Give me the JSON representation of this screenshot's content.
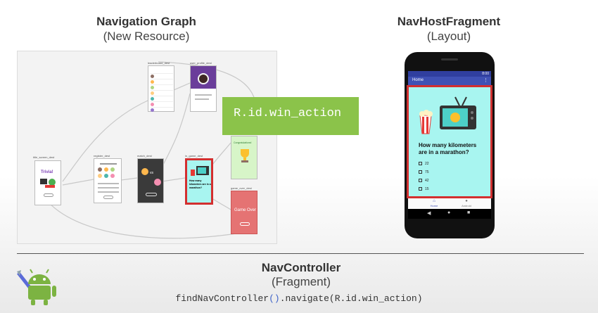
{
  "nav_graph": {
    "title": "Navigation Graph",
    "subtitle": "(New Resource)",
    "labels": {
      "title_screen": "title_screen_dest",
      "register": "register_dest",
      "match": "match_dest",
      "in_game": "in_game_dest",
      "leaderboard": "leaderboard_dest",
      "user_profile": "user_profile_dest",
      "game_over": "game_over_dest"
    },
    "trivia_text": "Trivia!",
    "vs_text": "vs",
    "congrats_text": "Congratulations!",
    "game_over_text": "Game Over",
    "question": "How many kilometers are in a marathon?",
    "callout": "R.id.win_action"
  },
  "host": {
    "title": "NavHostFragment",
    "subtitle": "(Layout)",
    "time": "8:00",
    "toolbar_title": "Home",
    "question_line1": "How many kilometers",
    "question_line2": "are in a marathon?",
    "options": [
      "22",
      "75",
      "42",
      "15"
    ],
    "nav_home": "Home",
    "nav_android": "Android"
  },
  "controller": {
    "title": "NavController",
    "subtitle": "(Fragment)",
    "code_prefix": "findNavController",
    "code_paren": "()",
    "code_suffix": ".navigate(R.id.win_action)"
  },
  "colors": {
    "callout": "#8bc34a",
    "highlight": "#d32f2f",
    "screen_bg": "#a8f5f0",
    "game_over": "#e57373",
    "profile": "#6a3d9a"
  }
}
